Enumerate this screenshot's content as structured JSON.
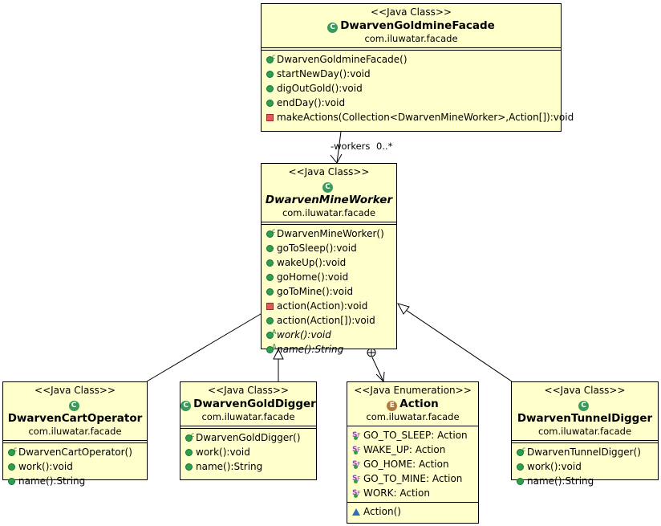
{
  "classes": {
    "facade": {
      "stereotype": "<<Java Class>>",
      "name": "DwarvenGoldmineFacade",
      "package": "com.iluwatar.facade",
      "methods": [
        "DwarvenGoldmineFacade()",
        "startNewDay():void",
        "digOutGold():void",
        "endDay():void",
        "makeActions(Collection<DwarvenMineWorker>,Action[]):void"
      ]
    },
    "worker": {
      "stereotype": "<<Java Class>>",
      "name": "DwarvenMineWorker",
      "package": "com.iluwatar.facade",
      "methods": [
        "DwarvenMineWorker()",
        "goToSleep():void",
        "wakeUp():void",
        "goHome():void",
        "goToMine():void",
        "action(Action):void",
        "action(Action[]):void",
        "work():void",
        "name():String"
      ]
    },
    "cart": {
      "stereotype": "<<Java Class>>",
      "name": "DwarvenCartOperator",
      "package": "com.iluwatar.facade",
      "methods": [
        "DwarvenCartOperator()",
        "work():void",
        "name():String"
      ]
    },
    "digger": {
      "stereotype": "<<Java Class>>",
      "name": "DwarvenGoldDigger",
      "package": "com.iluwatar.facade",
      "methods": [
        "DwarvenGoldDigger()",
        "work():void",
        "name():String"
      ]
    },
    "action": {
      "stereotype": "<<Java Enumeration>>",
      "name": "Action",
      "package": "com.iluwatar.facade",
      "constants": [
        "GO_TO_SLEEP: Action",
        "WAKE_UP: Action",
        "GO_HOME: Action",
        "GO_TO_MINE: Action",
        "WORK: Action"
      ],
      "methods": [
        "Action()"
      ]
    },
    "tunnel": {
      "stereotype": "<<Java Class>>",
      "name": "DwarvenTunnelDigger",
      "package": "com.iluwatar.facade",
      "methods": [
        "DwarvenTunnelDigger()",
        "work():void",
        "name():String"
      ]
    }
  },
  "association": {
    "role": "-workers",
    "multiplicity": "0..*"
  },
  "colors": {
    "box_fill": "#ffffcc",
    "public_icon": "#2e9e4f",
    "private_icon": "#e05a5a",
    "enum_badge": "#b07a3c"
  }
}
